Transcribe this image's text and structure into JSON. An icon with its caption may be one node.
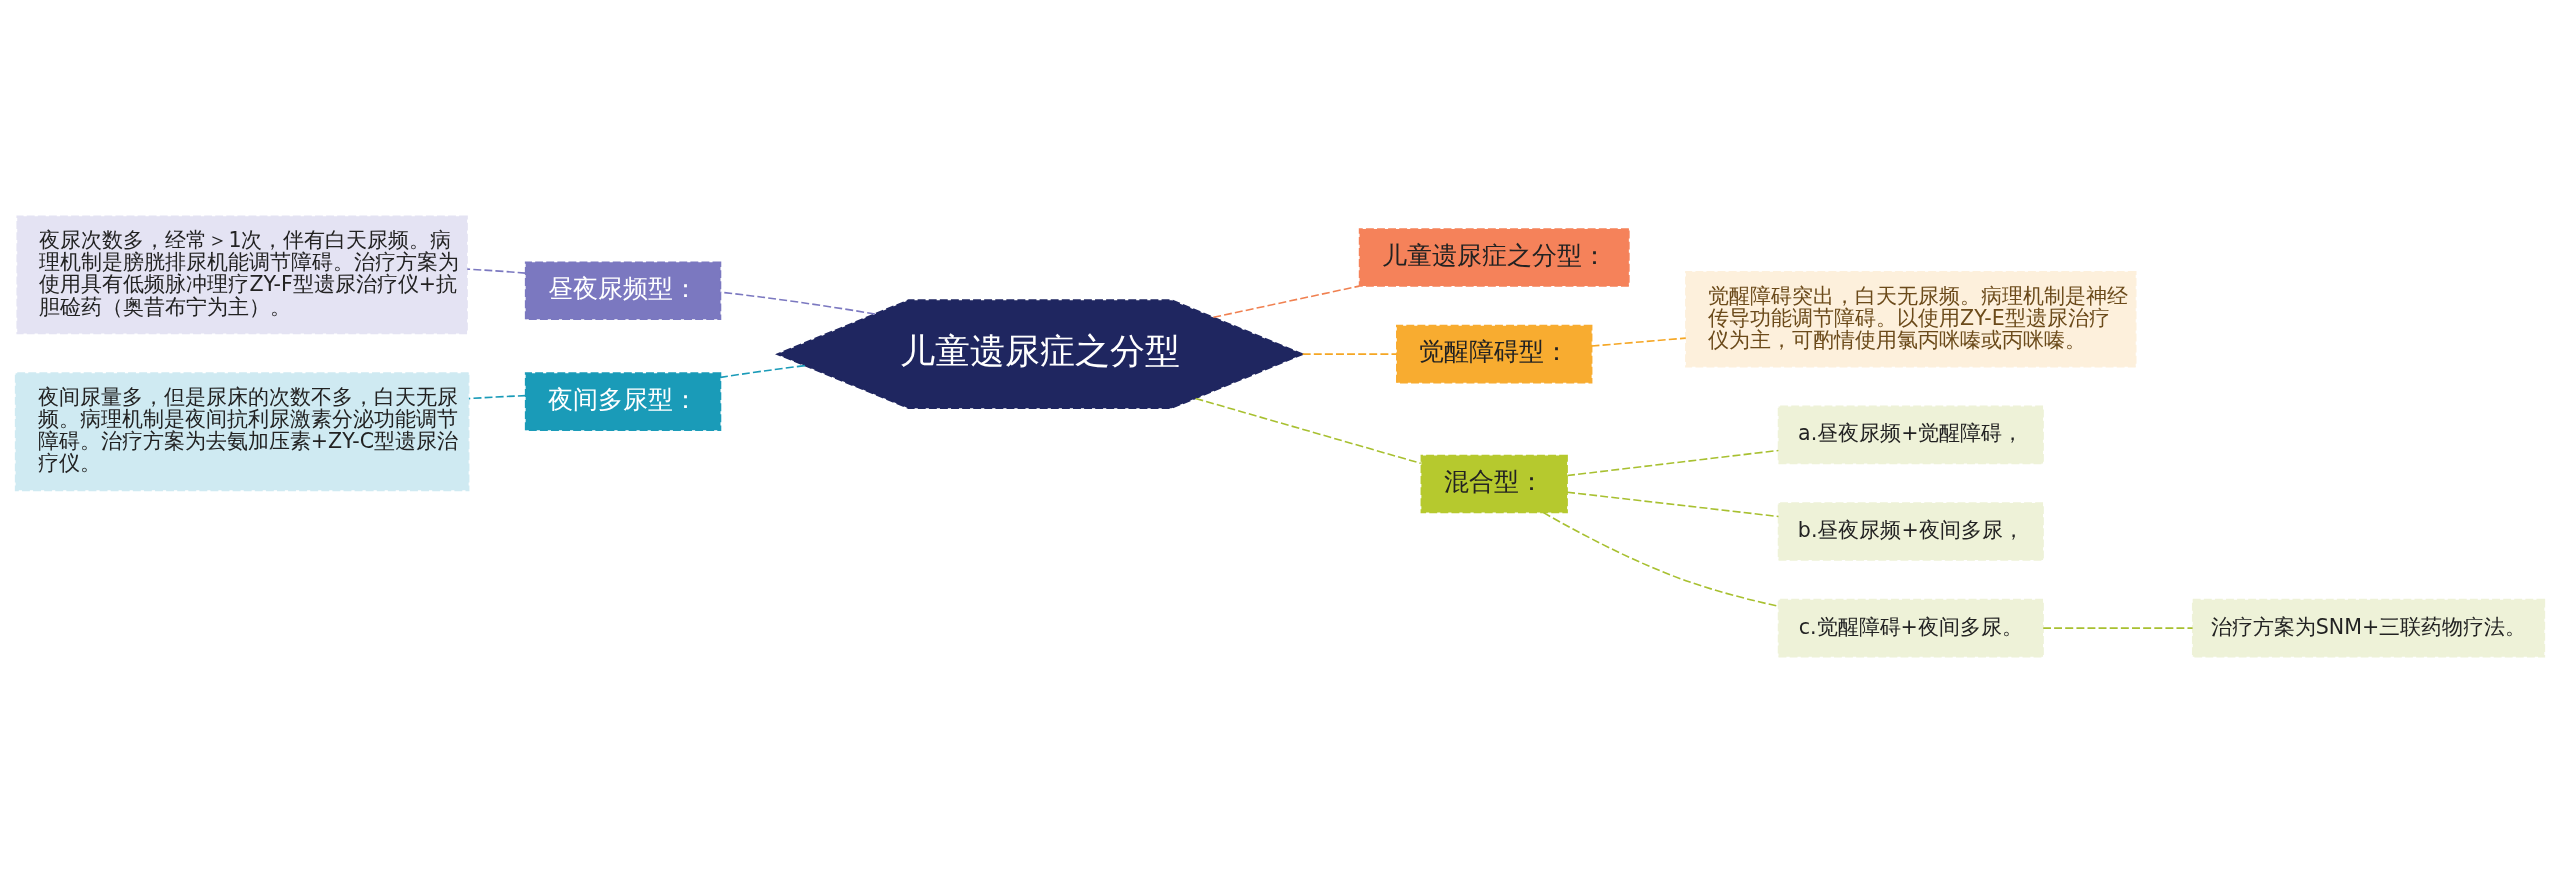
{
  "diagram": {
    "nodes": [
      {
        "text": [
          "儿童遗尿症之分型"
        ]
      },
      {
        "text": [
          "昼夜尿频型："
        ]
      },
      {
        "text": [
          "夜尿次数多，经常＞1次，伴有白天尿频。病理机制是膀胱排尿机能调节障碍。治疗方案为使用具有低频脉冲理疗ZY-F型遗尿治疗仪+抗胆硷药（奥昔布宁为主）。"
        ]
      },
      {
        "text": [
          "夜间多尿型："
        ]
      },
      {
        "text": [
          "夜间尿量多，但是尿床的次数不多，白天无尿频。病理机制是夜间抗利尿激素分泌功能调节障碍。治疗方案为去氨加压素+ZY-C型遗尿治疗仪。"
        ]
      },
      {
        "text": [
          "儿童遗尿症之分型："
        ]
      },
      {
        "text": [
          "觉醒障碍型："
        ]
      },
      {
        "text": [
          "觉醒障碍突出，白天无尿频。病理机制是神经传导功能调节障碍。以使用ZY-E型遗尿治疗仪为主，可酌情使用氯丙咪嗪或丙咪嗪。"
        ]
      },
      {
        "text": [
          "混合型："
        ]
      },
      {
        "text": [
          "a.昼夜尿频+觉醒障碍，"
        ]
      },
      {
        "text": [
          "b.昼夜尿频+夜间多尿，"
        ]
      },
      {
        "text": [
          "c.觉醒障碍+夜间多尿。"
        ]
      },
      {
        "text": [
          "治疗方案为SNM+三联药物疗法。"
        ]
      }
    ],
    "edges": [
      {
        "from": 0,
        "to": 1,
        "arrow": "none",
        "style": "dashed",
        "color": "#7b78c0"
      },
      {
        "from": 1,
        "to": 2,
        "arrow": "none",
        "style": "dashed",
        "color": "#7b78c0"
      },
      {
        "from": 0,
        "to": 3,
        "arrow": "none",
        "style": "dashed",
        "color": "#1a9bb8"
      },
      {
        "from": 3,
        "to": 4,
        "arrow": "none",
        "style": "dashed",
        "color": "#1a9bb8"
      },
      {
        "from": 0,
        "to": 5,
        "arrow": "none",
        "style": "dashed",
        "color": "#f08050"
      },
      {
        "from": 0,
        "to": 6,
        "arrow": "none",
        "style": "dashed",
        "color": "#f5a623"
      },
      {
        "from": 6,
        "to": 7,
        "arrow": "none",
        "style": "dashed",
        "color": "#f5a623"
      },
      {
        "from": 0,
        "to": 8,
        "arrow": "none",
        "style": "dashed",
        "color": "#a8c030"
      },
      {
        "from": 8,
        "to": 9,
        "arrow": "none",
        "style": "dashed",
        "color": "#a8c030"
      },
      {
        "from": 8,
        "to": 10,
        "arrow": "none",
        "style": "dashed",
        "color": "#a8c030"
      },
      {
        "from": 8,
        "to": 11,
        "arrow": "none",
        "style": "dashed",
        "color": "#a8c030"
      },
      {
        "from": 11,
        "to": 12,
        "arrow": "none",
        "style": "dashed",
        "color": "#a8c030"
      }
    ]
  }
}
